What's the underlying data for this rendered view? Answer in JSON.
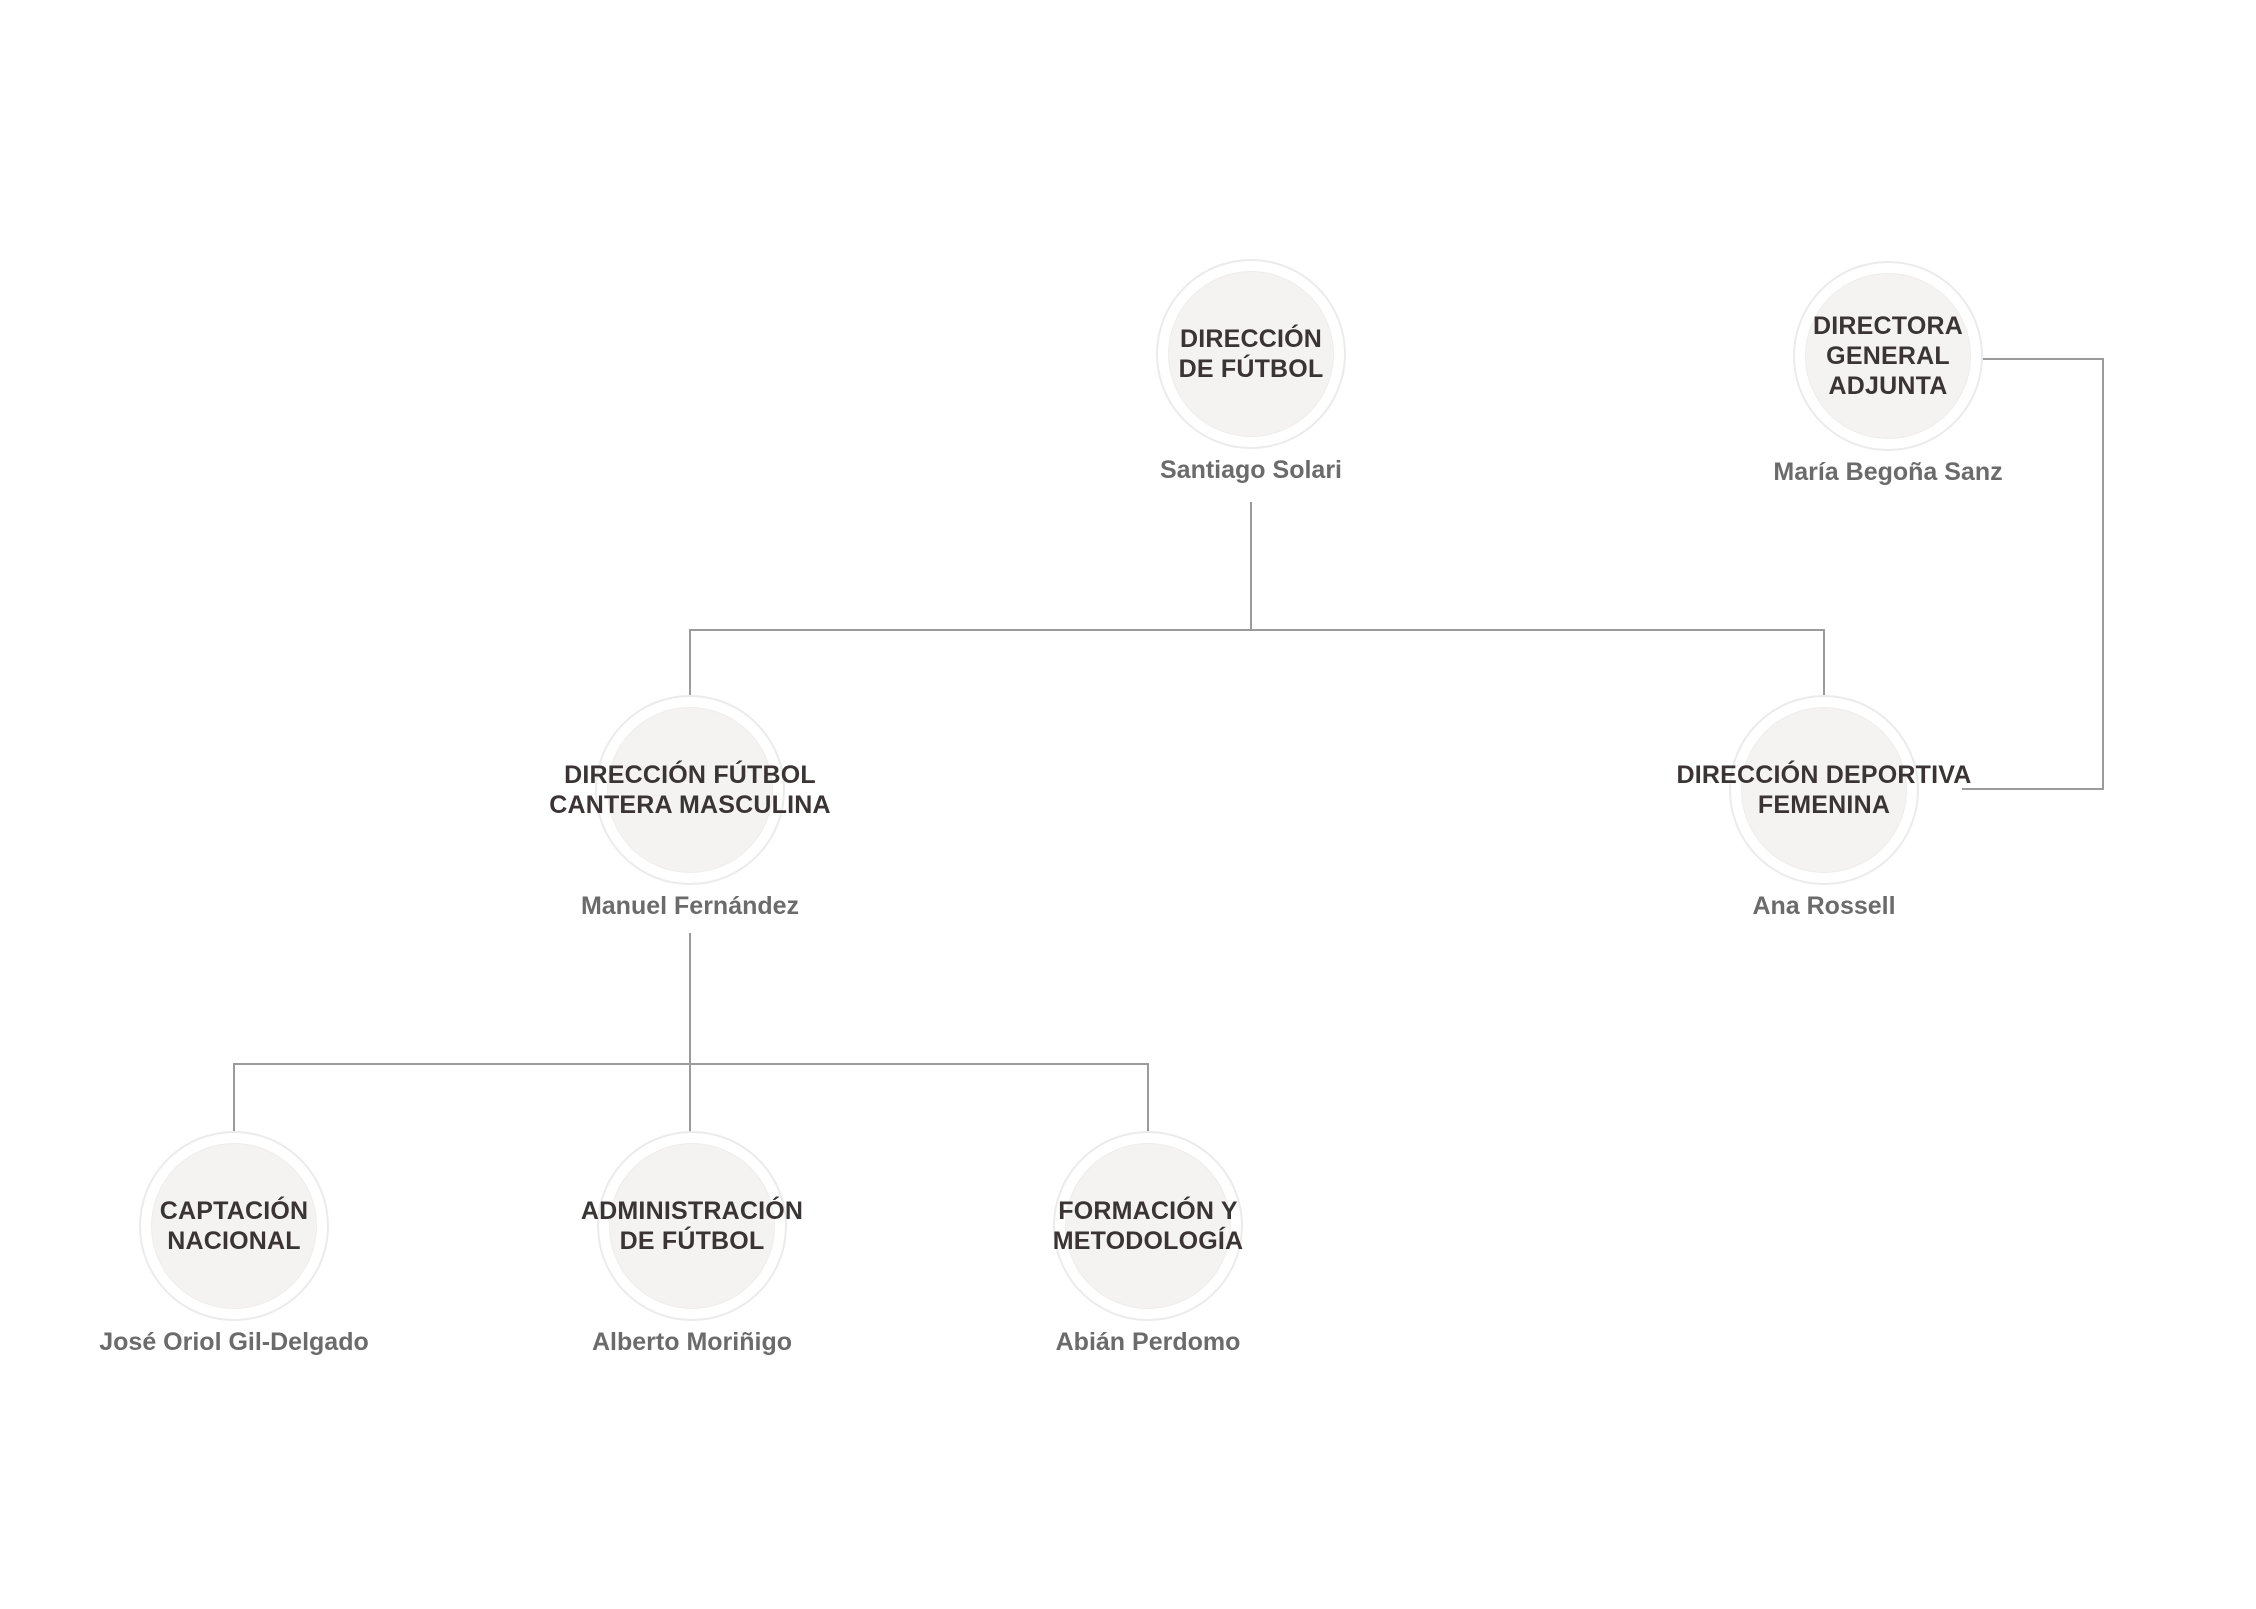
{
  "org_chart": {
    "nodes": [
      {
        "id": "direccion-de-futbol",
        "title_lines": [
          "DIRECCIÓN",
          "DE FÚTBOL"
        ],
        "title": "DIRECCIÓN DE FÚTBOL",
        "person": "Santiago Solari"
      },
      {
        "id": "directora-general-adjunta",
        "title_lines": [
          "DIRECTORA",
          "GENERAL",
          "ADJUNTA"
        ],
        "title": "DIRECTORA GENERAL ADJUNTA",
        "person": "María Begoña Sanz"
      },
      {
        "id": "direccion-futbol-cantera-masculina",
        "title_lines": [
          "DIRECCIÓN FÚTBOL",
          "CANTERA MASCULINA"
        ],
        "title": "DIRECCIÓN FÚTBOL CANTERA MASCULINA",
        "person": "Manuel Fernández"
      },
      {
        "id": "direccion-deportiva-femenina",
        "title_lines": [
          "DIRECCIÓN DEPORTIVA",
          "FEMENINA"
        ],
        "title": "DIRECCIÓN DEPORTIVA FEMENINA",
        "person": "Ana Rossell"
      },
      {
        "id": "captacion-nacional",
        "title_lines": [
          "CAPTACIÓN",
          "NACIONAL"
        ],
        "title": "CAPTACIÓN NACIONAL",
        "person": "José Oriol Gil-Delgado"
      },
      {
        "id": "administracion-de-futbol",
        "title_lines": [
          "ADMINISTRACIÓN",
          "DE FÚTBOL"
        ],
        "title": "ADMINISTRACIÓN DE FÚTBOL",
        "person": "Alberto Moriñigo"
      },
      {
        "id": "formacion-y-metodologia",
        "title_lines": [
          "FORMACIÓN Y",
          "METODOLOGÍA"
        ],
        "title": "FORMACIÓN Y METODOLOGÍA",
        "person": "Abián Perdomo"
      }
    ],
    "edges": [
      {
        "from": "direccion-de-futbol",
        "to": "direccion-futbol-cantera-masculina"
      },
      {
        "from": "direccion-de-futbol",
        "to": "direccion-deportiva-femenina"
      },
      {
        "from": "directora-general-adjunta",
        "to": "direccion-deportiva-femenina"
      },
      {
        "from": "direccion-futbol-cantera-masculina",
        "to": "captacion-nacional"
      },
      {
        "from": "direccion-futbol-cantera-masculina",
        "to": "administracion-de-futbol"
      },
      {
        "from": "direccion-futbol-cantera-masculina",
        "to": "formacion-y-metodologia"
      }
    ],
    "colors": {
      "background": "#ffffff",
      "connector_line": "#9b9b9b",
      "node_title_text": "#3a3534",
      "person_name_text": "#6b6b6b",
      "circle_fill": "#f4f3f2",
      "circle_ring": "#ebebeb"
    }
  }
}
